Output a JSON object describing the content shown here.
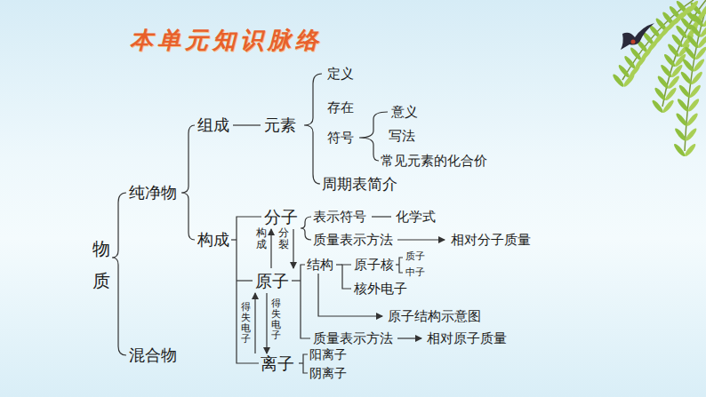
{
  "diagram": {
    "title": "本单元知识脉络",
    "labels": [
      "物质",
      "纯净物",
      "混合物",
      "组成",
      "元素",
      "构成",
      "定义",
      "存在",
      "符号",
      "意义",
      "写法",
      "常见元素的化合价",
      "周期表简介",
      "分子",
      "表示符号",
      "化学式",
      "质量表示方法",
      "相对分子质量",
      "构成",
      "分裂",
      "原子",
      "结构",
      "原子核",
      "质子",
      "中子",
      "核外电子",
      "原子结构示意图",
      "得失电子",
      "得失电子",
      "质量表示方法",
      "相对原子质量",
      "离子",
      "阳离子",
      "阴离子"
    ]
  }
}
